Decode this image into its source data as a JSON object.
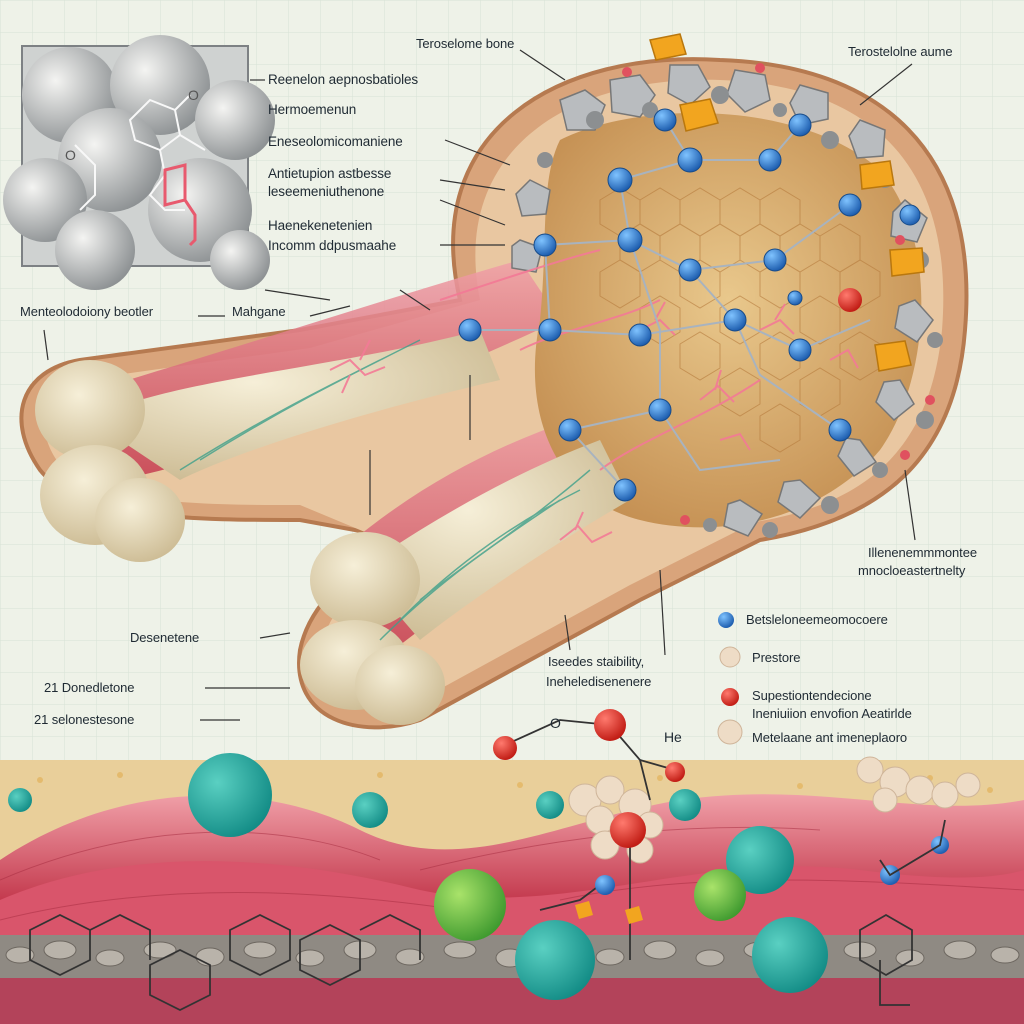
{
  "labels": {
    "top_bone": "Teroselome bone",
    "top_right": "Terostelolne aume",
    "inset_1": "Reenelon aepnosbatioles",
    "inset_2": "Hermoemenun",
    "inset_3": "Eneseolomicomaniene",
    "inset_4a": "Antietupion astbesse",
    "inset_4b": "leseemeniuthenone",
    "inset_5a": "Haenekenetenien",
    "inset_5b": "Incomm ddpusmaahe",
    "left_a": "Menteolodoiony beotler",
    "left_b": "Mahgane",
    "right_mid_a": "Illenenemmmontee",
    "right_mid_b": "mnocloeastertnelty",
    "bottom_left_1": "Desenetene",
    "bottom_left_2": "21 Donedletone",
    "bottom_left_3": "21 selonestesone",
    "center_a": "Iseedes staibility,",
    "center_b": "Ineheledisenenere",
    "chem_he": "He",
    "chem_o": "O"
  },
  "legend": [
    {
      "color": "#3b8fd6",
      "text": "Betsleloneemeomocoere"
    },
    {
      "color": "#e8d9bc",
      "text": "Prestore"
    },
    {
      "color": "#e0352b",
      "text": "Supestiontendecione"
    },
    {
      "color": "#e8d9bc",
      "text": "Ineniuiion envofion Aeatirlde"
    },
    {
      "color": "#e8d9bc",
      "text": "Metelaane ant imeneplaoro"
    }
  ],
  "colors": {
    "background": "#eef2e8",
    "bone": "#e6d9b8",
    "muscle": "#d9556b",
    "periosteum": "#dcae85",
    "node": "#2f7fd0",
    "fiber": "#f37a96",
    "mineral": "#b9bcbf"
  }
}
